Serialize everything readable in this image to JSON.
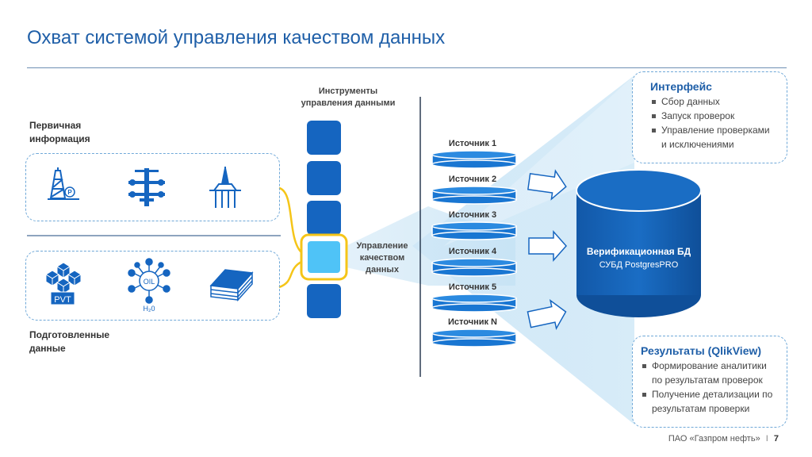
{
  "title": "Охват системой управления качеством данных",
  "primary_info_label": "Первичная информация",
  "prepared_data_label": "Подготовленные данные",
  "tools_label": "Инструменты управления данными",
  "quality_label": "Управление качеством данных",
  "sources": [
    "Источник 1",
    "Источник 2",
    "Источник 3",
    "Источник 4",
    "Источник 5",
    "Источник N"
  ],
  "database": {
    "title": "Верификационная БД",
    "subtitle": "СУБД PostgresPRO"
  },
  "interface_panel": {
    "title": "Интерфейс",
    "items": [
      "Сбор данных",
      "Запуск проверок",
      "Управление проверками и исключениями"
    ]
  },
  "results_panel": {
    "title": "Результаты (QlikView)",
    "items": [
      "Формирование аналитики по результатам проверок",
      "Получение детализации по результатам проверки"
    ]
  },
  "icon_texts": {
    "pvt": "PVT",
    "oil": "OIL",
    "water": "H₂0",
    "pressure": "P"
  },
  "footer": {
    "company": "ПАО «Газпром нефть»",
    "separator": "I",
    "page": "7"
  },
  "colors": {
    "primary_blue": "#1565c0",
    "accent_blue": "#1f5fa8",
    "highlight": "#f5c518",
    "light_blue": "#4fc3f7"
  }
}
